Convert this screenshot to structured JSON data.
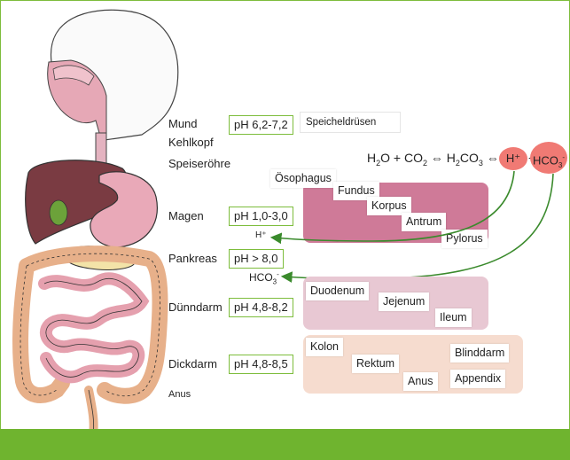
{
  "organs": {
    "mund": "Mund",
    "kehlkopf": "Kehlkopf",
    "speiseroehre": "Speiseröhre",
    "magen": "Magen",
    "pankreas": "Pankreas",
    "duenndarm": "Dünndarm",
    "dickdarm": "Dickdarm",
    "anus": "Anus"
  },
  "ph_values": {
    "mund": "pH 6,2-7,2",
    "magen": "pH 1,0-3,0",
    "pankreas": "pH > 8,0",
    "duenndarm": "pH 4,8-8,2",
    "dickdarm": "pH 4,8-8,5"
  },
  "speicheldruesen": "Speicheldrüsen",
  "equation": {
    "h2o": "H",
    "sub2a": "2",
    "o_co": "O + CO",
    "sub2b": "2",
    "arrow1": " ⇔ H",
    "sub2c": "2",
    "co3": "CO",
    "sub3": "3",
    "arrow2": " ⇔ ",
    "plus": " + ",
    "h_ion": "H⁺",
    "hco3_base": "HCO",
    "hco3_sub": "3",
    "hco3_sup": "-"
  },
  "ions": {
    "h_label": "H⁺",
    "hco3_label": "HCO",
    "hco3_sub": "3",
    "hco3_sup": "-"
  },
  "stomach_parts": [
    "Ösophagus",
    "Fundus",
    "Korpus",
    "Antrum",
    "Pylorus"
  ],
  "small_intestine_parts": [
    "Duodenum",
    "Jejenum",
    "Ileum"
  ],
  "large_intestine_parts": [
    "Kolon",
    "Rektum",
    "Anus",
    "Blinddarm",
    "Appendix"
  ],
  "colors": {
    "frame": "#7dbd3c",
    "footer": "#6fb42f",
    "stomach_panel": "#cf7a98",
    "small_panel": "#e8c8d3",
    "large_panel": "#f6dccf",
    "ion_bubble": "#f07a74",
    "arrow": "#3a8a2c"
  }
}
